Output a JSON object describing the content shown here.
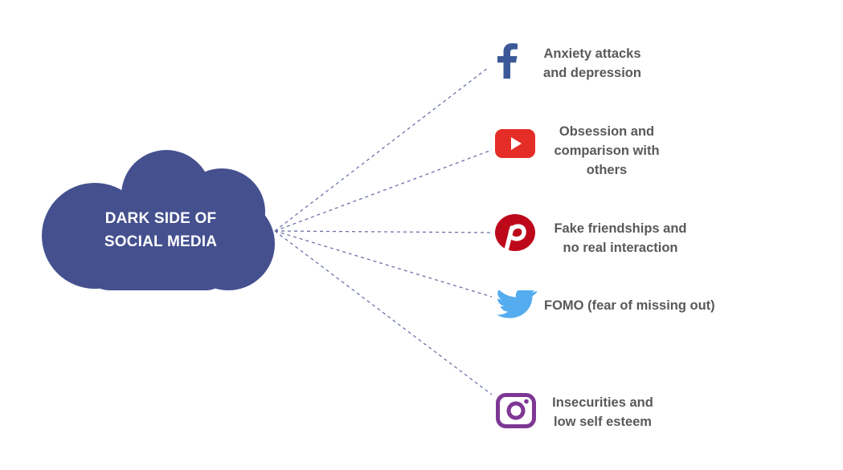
{
  "central": {
    "line1": "DARK SIDE OF",
    "line2": "SOCIAL MEDIA"
  },
  "colors": {
    "cloud": "#45508F",
    "connector": "#6B73A8",
    "label": "#595959",
    "facebook": "#3B5998",
    "youtube": "#E52D27",
    "pinterest": "#BD081C",
    "twitter": "#55ACEE",
    "instagram": "#7E3794"
  },
  "items": [
    {
      "icon": "facebook-icon",
      "lines": [
        "Anxiety attacks",
        "and depression"
      ]
    },
    {
      "icon": "youtube-icon",
      "lines": [
        "Obsession and",
        "comparison with",
        "others"
      ]
    },
    {
      "icon": "pinterest-icon",
      "lines": [
        "Fake friendships and",
        "no real interaction"
      ]
    },
    {
      "icon": "twitter-icon",
      "lines": [
        "FOMO (fear of missing out)"
      ]
    },
    {
      "icon": "instagram-icon",
      "lines": [
        "Insecurities and",
        "low self esteem"
      ]
    }
  ]
}
